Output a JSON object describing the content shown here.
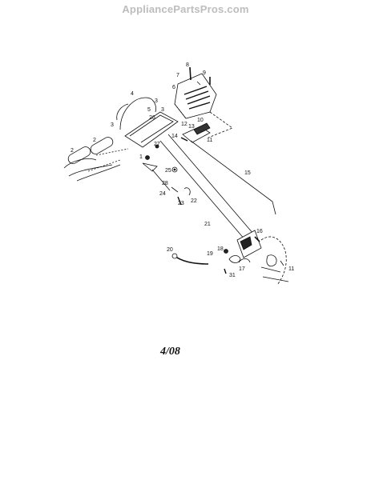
{
  "watermark": "AppliancePartsPros.com",
  "date_code": "4/08",
  "callouts": [
    "8",
    "9",
    "7",
    "6",
    "4",
    "3",
    "5",
    "3",
    "26",
    "10",
    "12",
    "13",
    "3",
    "14",
    "11",
    "2",
    "2",
    "27",
    "1",
    "15",
    "25",
    "28",
    "24",
    "22",
    "23",
    "21",
    "16",
    "20",
    "19",
    "18",
    "17",
    "31",
    "11"
  ]
}
